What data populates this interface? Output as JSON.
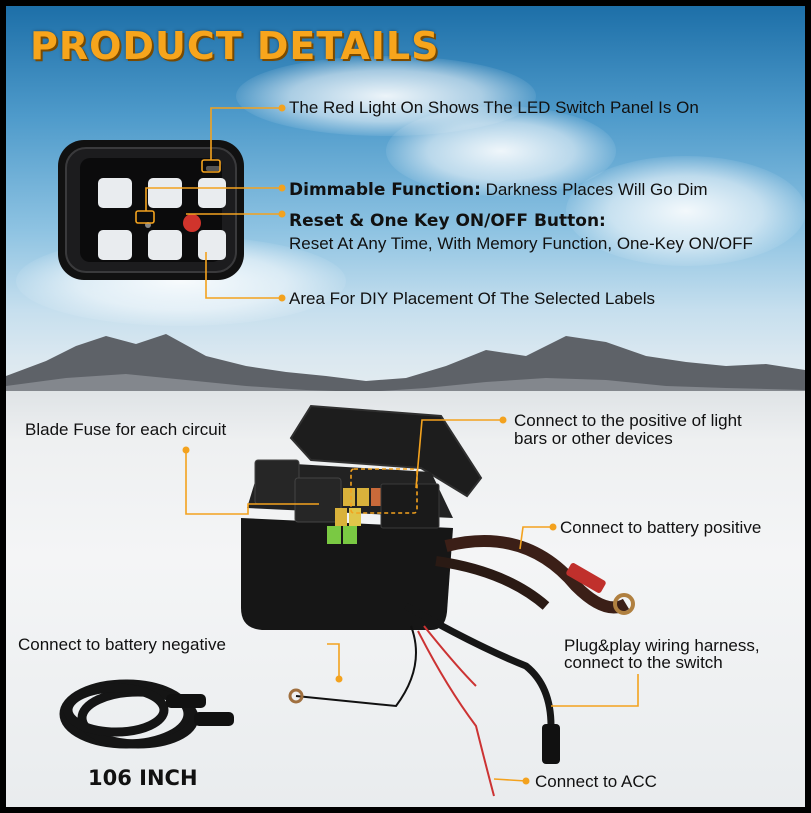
{
  "title": "PRODUCT DETAILS",
  "callouts": {
    "red_light": "The Red Light On Shows The LED Switch Panel Is On",
    "dimmable_title": "Dimmable Function:",
    "dimmable_desc": "Darkness Places Will Go Dim",
    "reset_title": "Reset & One Key ON/OFF Button:",
    "reset_desc": "Reset At Any Time, With Memory Function, One-Key ON/OFF",
    "diy_area": "Area For DIY Placement Of The Selected Labels",
    "blade_fuse": "Blade Fuse for each circuit",
    "positive_light_1": "Connect to the positive of light",
    "positive_light_2": "bars or other devices",
    "battery_positive": "Connect to battery positive",
    "battery_negative": "Connect to battery negative",
    "harness_1": "Plug&play wiring harness,",
    "harness_2": "connect to the switch",
    "acc": "Connect to ACC"
  },
  "cable_length": "106 INCH",
  "colors": {
    "accent": "#f3a21e",
    "title": "#f7a51c",
    "panel_led": "#d0342c"
  }
}
